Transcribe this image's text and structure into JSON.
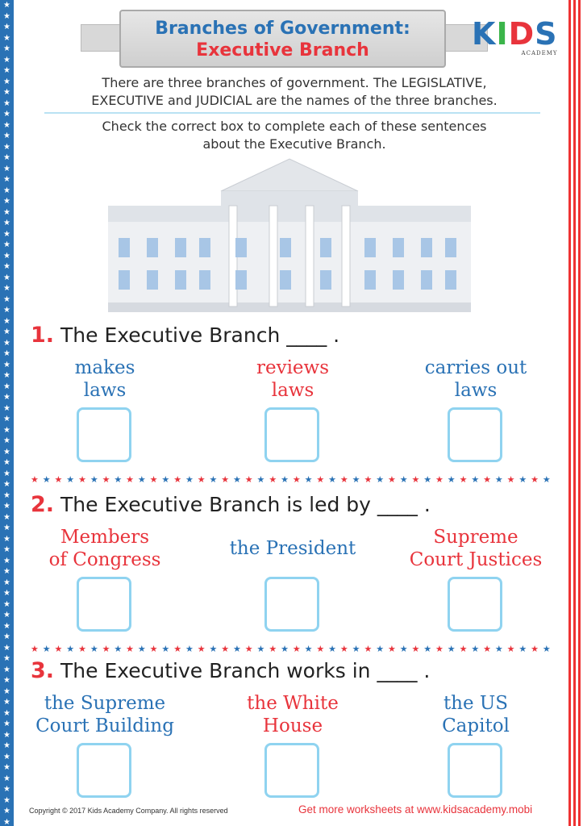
{
  "header": {
    "title_line1": "Branches of Government:",
    "title_line2": "Executive Branch",
    "logo_text": "KIDS",
    "logo_sub": "ACADEMY"
  },
  "intro": {
    "line1": "There are three branches of government. The LEGISLATIVE,",
    "line2": "EXECUTIVE and JUDICIAL are the names of the three branches.",
    "instr1": "Check the correct box to complete each of these sentences",
    "instr2": "about the Executive Branch."
  },
  "questions": [
    {
      "number": "1.",
      "text": "The Executive Branch ____ .",
      "options": [
        {
          "line1": "makes",
          "line2": "laws",
          "color": "#2a72b5"
        },
        {
          "line1": "reviews",
          "line2": "laws",
          "color": "#e8343c"
        },
        {
          "line1": "carries out",
          "line2": "laws",
          "color": "#2a72b5"
        }
      ]
    },
    {
      "number": "2.",
      "text": "The Executive Branch is led by ____ .",
      "options": [
        {
          "line1": "Members",
          "line2": "of Congress",
          "color": "#e8343c"
        },
        {
          "line1": "the President",
          "line2": "",
          "color": "#2a72b5"
        },
        {
          "line1": "Supreme",
          "line2": "Court Justices",
          "color": "#e8343c"
        }
      ]
    },
    {
      "number": "3.",
      "text": "The Executive Branch works in ____ .",
      "options": [
        {
          "line1": "the Supreme",
          "line2": "Court Building",
          "color": "#2a72b5"
        },
        {
          "line1": "the White",
          "line2": "House",
          "color": "#e8343c"
        },
        {
          "line1": "the US",
          "line2": "Capitol",
          "color": "#2a72b5"
        }
      ]
    }
  ],
  "footer": {
    "copyright": "Copyright © 2017 Kids Academy Company. All rights reserved",
    "promo": "Get more worksheets at www.kidsacademy.mobi"
  },
  "colors": {
    "blue": "#2a72b5",
    "red": "#e8343c",
    "box": "#8fd3f0"
  }
}
